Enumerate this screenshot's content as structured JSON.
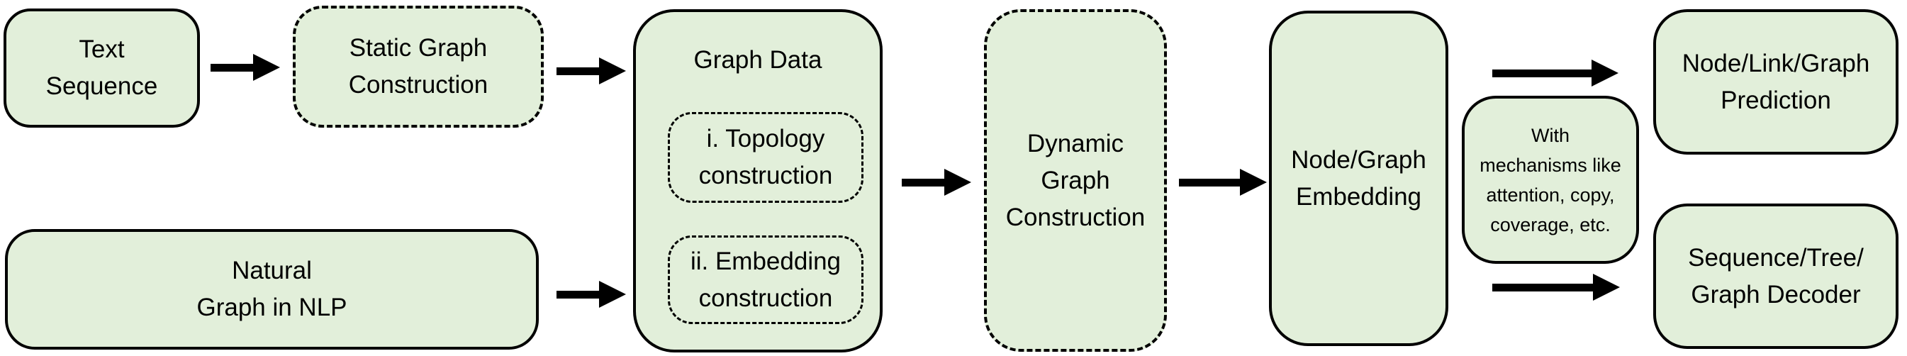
{
  "diagram": {
    "colors": {
      "node_fill": "#e2efda",
      "border": "#000000",
      "text": "#000000",
      "background": "#ffffff"
    },
    "nodes": {
      "text_sequence": {
        "lines": [
          "Text",
          "Sequence"
        ]
      },
      "static_graph_construction": {
        "lines": [
          "Static Graph",
          "Construction"
        ]
      },
      "natural_graph": {
        "lines": [
          "Natural",
          "Graph in NLP"
        ]
      },
      "graph_data": {
        "title": "Graph Data",
        "topology": {
          "lines": [
            "i. Topology",
            "construction"
          ]
        },
        "embedding": {
          "lines": [
            "ii. Embedding",
            "construction"
          ]
        }
      },
      "dynamic_graph_construction": {
        "lines": [
          "Dynamic",
          "Graph",
          "Construction"
        ]
      },
      "node_graph_embedding": {
        "lines": [
          "Node/Graph",
          "Embedding"
        ]
      },
      "with_mechanisms": {
        "lines": [
          "With",
          "mechanisms like",
          "attention, copy,",
          "coverage, etc."
        ]
      },
      "node_link_graph_prediction": {
        "lines": [
          "Node/Link/Graph",
          "Prediction"
        ]
      },
      "sequence_tree_graph_decoder": {
        "lines": [
          "Sequence/Tree/",
          "Graph Decoder"
        ]
      }
    },
    "edges": [
      {
        "from": "text_sequence",
        "to": "static_graph_construction"
      },
      {
        "from": "static_graph_construction",
        "to": "graph_data"
      },
      {
        "from": "natural_graph",
        "to": "graph_data"
      },
      {
        "from": "graph_data",
        "to": "dynamic_graph_construction"
      },
      {
        "from": "dynamic_graph_construction",
        "to": "node_graph_embedding"
      },
      {
        "from": "node_graph_embedding",
        "to": "node_link_graph_prediction"
      },
      {
        "from": "node_graph_embedding",
        "to": "sequence_tree_graph_decoder"
      }
    ]
  }
}
